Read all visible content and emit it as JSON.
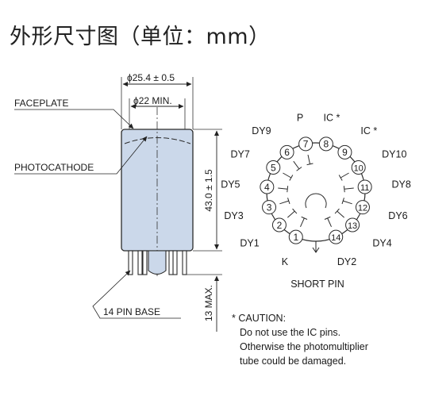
{
  "title": "外形尺寸图（单位：mm）",
  "labels": {
    "faceplate": "FACEPLATE",
    "photocathode": "PHOTOCATHODE",
    "pin_base": "14 PIN BASE",
    "dim_outer_dia": "ϕ25.4 ± 0.5",
    "dim_inner_dia": "ϕ22 MIN.",
    "dim_length": "43.0 ± 1.5",
    "dim_pin_len": "13 MAX.",
    "short_pin": "SHORT PIN"
  },
  "pins": [
    {
      "num": "1",
      "name": "K"
    },
    {
      "num": "2",
      "name": "DY1"
    },
    {
      "num": "3",
      "name": "DY3"
    },
    {
      "num": "4",
      "name": "DY5"
    },
    {
      "num": "5",
      "name": "DY7"
    },
    {
      "num": "6",
      "name": "DY9"
    },
    {
      "num": "7",
      "name": "P"
    },
    {
      "num": "8",
      "name": "IC *"
    },
    {
      "num": "9",
      "name": "IC *"
    },
    {
      "num": "10",
      "name": "DY10"
    },
    {
      "num": "11",
      "name": "DY8"
    },
    {
      "num": "12",
      "name": "DY6"
    },
    {
      "num": "13",
      "name": "DY4"
    },
    {
      "num": "14",
      "name": "DY2"
    }
  ],
  "caution": {
    "title": "* CAUTION:",
    "lines": [
      "Do not use the IC pins.",
      "Otherwise the photomultiplier",
      "tube could be damaged."
    ]
  }
}
